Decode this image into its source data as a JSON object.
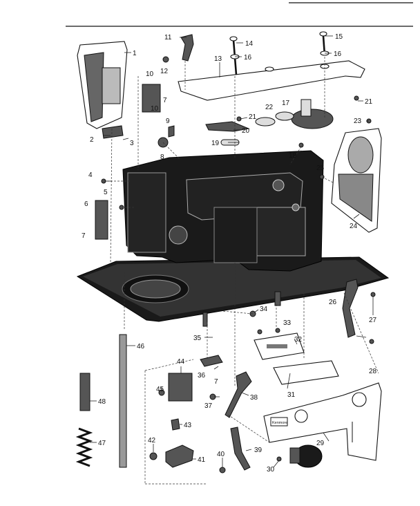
{
  "callouts": [
    {
      "id": "1",
      "text": "1"
    },
    {
      "id": "2",
      "text": "2"
    },
    {
      "id": "3",
      "text": "3"
    },
    {
      "id": "4",
      "text": "4"
    },
    {
      "id": "5",
      "text": "5"
    },
    {
      "id": "6",
      "text": "6"
    },
    {
      "id": "7a",
      "text": "7"
    },
    {
      "id": "7b",
      "text": "7"
    },
    {
      "id": "7c",
      "text": "7"
    },
    {
      "id": "8",
      "text": "8"
    },
    {
      "id": "9",
      "text": "9"
    },
    {
      "id": "10a",
      "text": "10"
    },
    {
      "id": "10b",
      "text": "10"
    },
    {
      "id": "11",
      "text": "11"
    },
    {
      "id": "12",
      "text": "12"
    },
    {
      "id": "13",
      "text": "13"
    },
    {
      "id": "14",
      "text": "14"
    },
    {
      "id": "15",
      "text": "15"
    },
    {
      "id": "16a",
      "text": "16"
    },
    {
      "id": "16b",
      "text": "16"
    },
    {
      "id": "17",
      "text": "17"
    },
    {
      "id": "18",
      "text": "18"
    },
    {
      "id": "19",
      "text": "19"
    },
    {
      "id": "20",
      "text": "20"
    },
    {
      "id": "21a",
      "text": "21"
    },
    {
      "id": "21b",
      "text": "21"
    },
    {
      "id": "22",
      "text": "22"
    },
    {
      "id": "23",
      "text": "23"
    },
    {
      "id": "24",
      "text": "24"
    },
    {
      "id": "25",
      "text": "25"
    },
    {
      "id": "26",
      "text": "26"
    },
    {
      "id": "27",
      "text": "27"
    },
    {
      "id": "28",
      "text": "28"
    },
    {
      "id": "29",
      "text": "29"
    },
    {
      "id": "30",
      "text": "30"
    },
    {
      "id": "31",
      "text": "31"
    },
    {
      "id": "32",
      "text": "32"
    },
    {
      "id": "33",
      "text": "33"
    },
    {
      "id": "34",
      "text": "34"
    },
    {
      "id": "35",
      "text": "35"
    },
    {
      "id": "36",
      "text": "36"
    },
    {
      "id": "37",
      "text": "37"
    },
    {
      "id": "38",
      "text": "38"
    },
    {
      "id": "39",
      "text": "39"
    },
    {
      "id": "40",
      "text": "40"
    },
    {
      "id": "41",
      "text": "41"
    },
    {
      "id": "42",
      "text": "42"
    },
    {
      "id": "43",
      "text": "43"
    },
    {
      "id": "44",
      "text": "44"
    },
    {
      "id": "45",
      "text": "45"
    },
    {
      "id": "46",
      "text": "46"
    },
    {
      "id": "47",
      "text": "47"
    },
    {
      "id": "48",
      "text": "48"
    }
  ],
  "brand_label": "Kenmore"
}
